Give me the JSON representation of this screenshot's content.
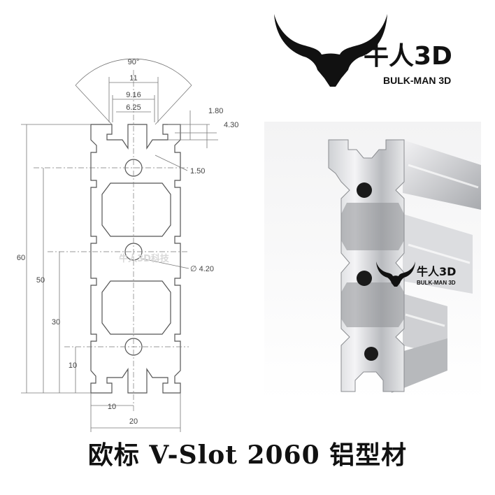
{
  "drawing": {
    "angle": "90°",
    "dims_top": [
      "11",
      "9.16",
      "6.25"
    ],
    "dims_right": [
      "1.80",
      "4.30",
      "1.50",
      "∅ 4.20"
    ],
    "dims_left": [
      "60",
      "50",
      "30",
      "10"
    ],
    "dims_bottom": [
      "10",
      "20"
    ],
    "watermark": "牛人3D科技"
  },
  "logo": {
    "name_cn": "牛人3D",
    "name_en": "BULK-MAN 3D"
  },
  "photo": {
    "logo_cn": "牛人3D",
    "logo_en": "BULK-MAN 3D"
  },
  "caption": "欧标 V-Slot 2060 铝型材",
  "colors": {
    "line": "#555555",
    "dim_line": "#777777",
    "logo": "#111111",
    "aluminium_light": "#e8e8ea",
    "aluminium_dark": "#8a8c90"
  },
  "icons": [
    "bull-head-icon"
  ]
}
